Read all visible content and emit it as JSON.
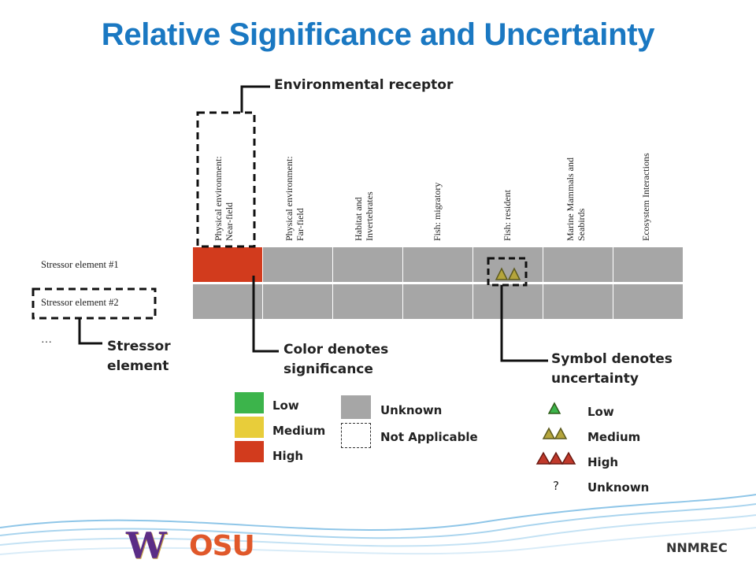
{
  "title": "Relative Significance and Uncertainty",
  "callouts": {
    "receptor": "Environmental receptor",
    "stressor_line1": "Stressor",
    "stressor_line2": "element",
    "color_line1": "Color denotes",
    "color_line2": "significance",
    "symbol_line1": "Symbol denotes",
    "symbol_line2": "uncertainty"
  },
  "columns": [
    "Physical environment:\nNear-field",
    "Physical environment:\nFar-field",
    "Habitat and\nInvertebrates",
    "Fish: migratory",
    "Fish: resident",
    "Marine Mammals and\nSeabirds",
    "Ecosystem Interactions"
  ],
  "rows": [
    {
      "label": "Stressor element #1",
      "cells": [
        "high",
        "unknown",
        "unknown",
        "unknown",
        "unknown",
        "unknown",
        "unknown"
      ],
      "uncertainty_col": 4,
      "uncertainty": "medium"
    },
    {
      "label": "Stressor element #2",
      "cells": [
        "unknown",
        "unknown",
        "unknown",
        "unknown",
        "unknown",
        "unknown",
        "unknown"
      ]
    }
  ],
  "ellipsis": "…",
  "significance_legend": [
    {
      "label": "Low",
      "color": "#3cb44b"
    },
    {
      "label": "Medium",
      "color": "#e8cd3a"
    },
    {
      "label": "High",
      "color": "#d23b1d"
    }
  ],
  "status_legend": [
    {
      "label": "Unknown",
      "color": "#a6a6a6"
    },
    {
      "label": "Not Applicable",
      "color": "#ffffff"
    }
  ],
  "uncertainty_legend": [
    {
      "label": "Low",
      "symbol": "1-triangle-green"
    },
    {
      "label": "Medium",
      "symbol": "2-triangles-olive"
    },
    {
      "label": "High",
      "symbol": "3-triangles-red"
    },
    {
      "label": "Unknown",
      "symbol": "?"
    }
  ],
  "colors": {
    "title": "#1a78c2",
    "unknown": "#a6a6a6",
    "high": "#d23b1d"
  },
  "footer": {
    "logo_w": "W",
    "logo_osu": "OSU",
    "org": "NNMREC"
  }
}
